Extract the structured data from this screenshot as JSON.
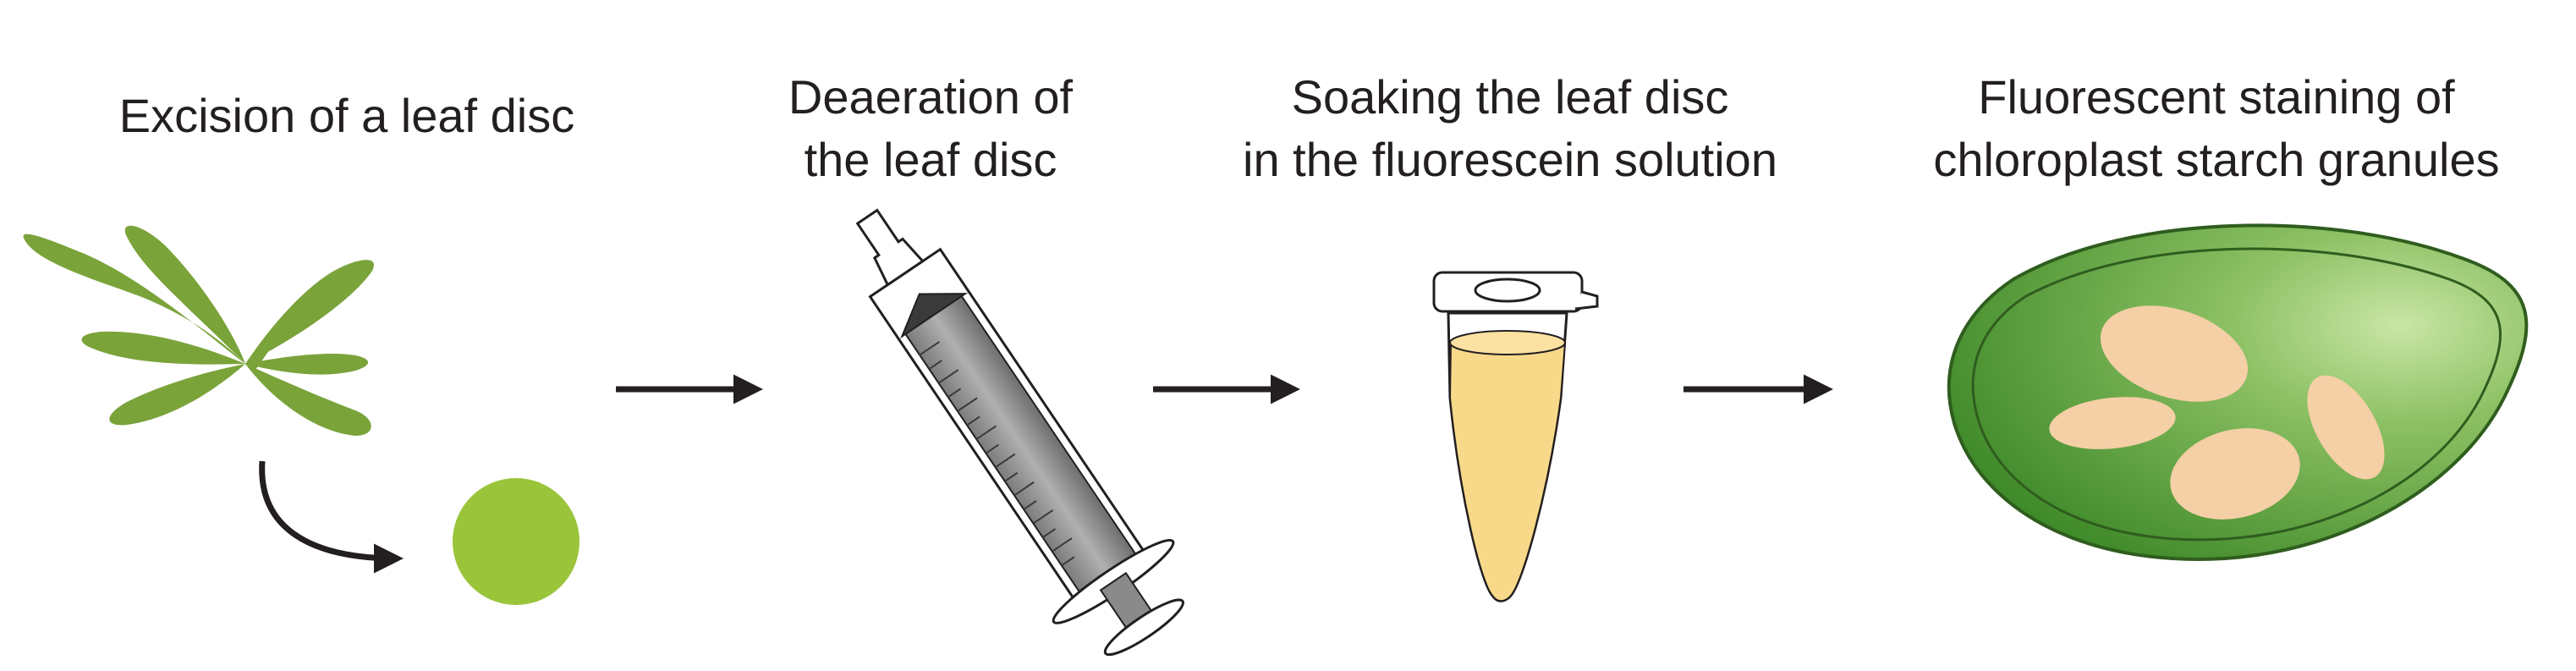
{
  "steps": [
    {
      "lines": [
        "Excision of a leaf disc"
      ]
    },
    {
      "lines": [
        "Deaeration of",
        "the leaf disc"
      ]
    },
    {
      "lines": [
        "Soaking the leaf disc",
        "in the fluorescein solution"
      ]
    },
    {
      "lines": [
        "Fluorescent staining of",
        "chloroplast starch granules"
      ]
    }
  ],
  "icons": [
    "plant-rosette-icon",
    "leaf-disc-icon",
    "syringe-icon",
    "microtube-icon",
    "chloroplast-icon"
  ],
  "colors": {
    "text": "#231f20",
    "leaf": "#7aa33a",
    "leaf_disc": "#9ac43a",
    "arrow": "#231f20",
    "solution": "#f8d98a",
    "chloroplast_dark": "#3f8a2a",
    "chloroplast_light": "#b9dc8f",
    "starch_granule": "#f5cfa6"
  }
}
